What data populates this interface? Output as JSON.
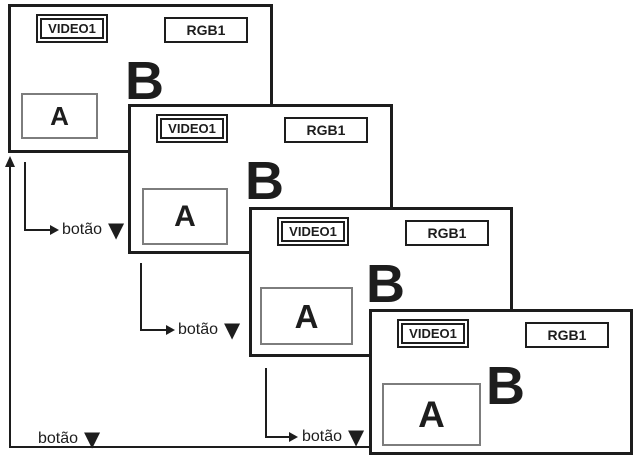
{
  "diagram": {
    "screens": [
      {
        "video_label": "VIDEO1",
        "rgb_label": "RGB1",
        "main_letter": "B",
        "sub_letter": "A"
      },
      {
        "video_label": "VIDEO1",
        "rgb_label": "RGB1",
        "main_letter": "B",
        "sub_letter": "A"
      },
      {
        "video_label": "VIDEO1",
        "rgb_label": "RGB1",
        "main_letter": "B",
        "sub_letter": "A"
      },
      {
        "video_label": "VIDEO1",
        "rgb_label": "RGB1",
        "main_letter": "B",
        "sub_letter": "A"
      }
    ],
    "arrows": [
      {
        "text": "botão",
        "icon": "▼"
      },
      {
        "text": "botão",
        "icon": "▼"
      },
      {
        "text": "botão",
        "icon": "▼"
      },
      {
        "text": "botão",
        "icon": "▼"
      }
    ],
    "colors": {
      "line": "#1d1d1d",
      "sub_box_border": "#7d7d7d",
      "background": "#ffffff"
    }
  }
}
